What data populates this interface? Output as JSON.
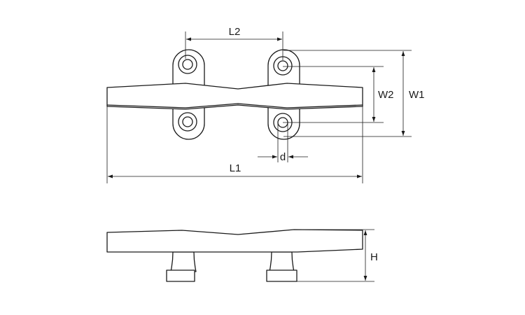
{
  "diagram": {
    "dimensions": {
      "L1": "L1",
      "L2": "L2",
      "W1": "W1",
      "W2": "W2",
      "d": "d",
      "H": "H"
    },
    "colors": {
      "line": "#1a1a1a",
      "background": "#ffffff"
    }
  }
}
